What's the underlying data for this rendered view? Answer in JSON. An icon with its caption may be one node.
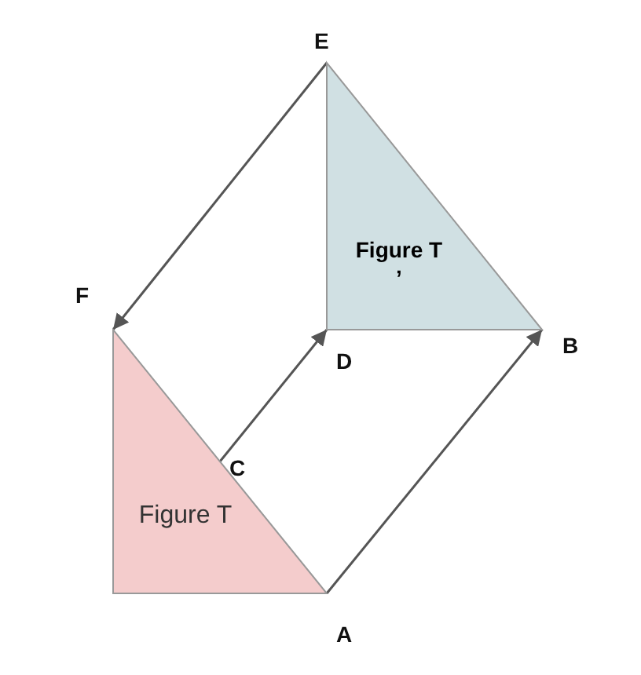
{
  "diagram": {
    "nodes": [
      {
        "text": [
          "Figure T"
        ]
      },
      {
        "text": [
          "Figure T ’"
        ]
      }
    ],
    "edges": [
      {
        "from": 1,
        "to": 0,
        "arrow": "to"
      },
      {
        "from": 0,
        "to": 1,
        "arrow": "to"
      },
      {
        "from": 0,
        "to": 1,
        "arrow": "to"
      }
    ],
    "labels": [
      "E",
      "F",
      "B",
      "D",
      "C",
      "A"
    ]
  }
}
